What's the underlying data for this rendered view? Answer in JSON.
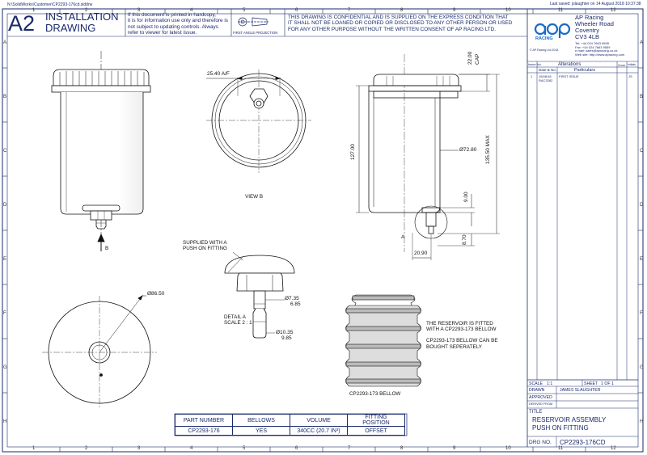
{
  "file_path": "N:\\SolidWorks\\Customer\\CP2293-176cd.slddrw",
  "last_saved": "Last saved: jslaughter on 14 August 2018 10:37:38",
  "sheet_size": "A2",
  "header_title": [
    "INSTALLATION",
    "DRAWING"
  ],
  "hardcopy_note": [
    "If this document is printed in hardcopy,",
    "it is for information use only and therefore is",
    "not subject to updating controls. Always",
    "refer to viewer for latest issue."
  ],
  "projection_label": "FIRST ANGLE PROJECTION",
  "confidential_note": [
    "THIS DRAWING IS CONFIDENTIAL AND IS SUPPLIED ON THE EXPRESS CONDITION THAT",
    "IT SHALL NOT BE LOANED OR COPIED OR DISCLOSED TO ANY OTHER PERSON OR USED",
    "FOR ANY OTHER PURPOSE WITHOUT THE WRITTEN CONSENT OF AP RACING LTD."
  ],
  "company": {
    "name_lines": [
      "AP Racing",
      "Wheeler Road",
      "Coventry",
      "CV3 4LB"
    ],
    "logo_text": "RACING",
    "contact_lines": [
      "Tel: +44 024 7663 9595",
      "Fax: +44 024 7663 9559",
      "e-mail: sales@apracing.co.uk",
      "Web site: http://www.apracing.com"
    ],
    "copyright": "© AP Racing Ltd 2018"
  },
  "grid_top": [
    "1",
    "2",
    "3",
    "4",
    "5",
    "6",
    "7",
    "8",
    "9",
    "10",
    "11",
    "12"
  ],
  "grid_bottom": [
    "1",
    "2",
    "3",
    "4",
    "5",
    "6",
    "7",
    "8",
    "9",
    "10",
    "11",
    "12"
  ],
  "grid_left": [
    "A",
    "B",
    "C",
    "D",
    "E",
    "F",
    "G",
    "H"
  ],
  "grid_right": [
    "A",
    "B",
    "C",
    "D",
    "E",
    "F",
    "G",
    "H"
  ],
  "alterations": {
    "heading": "Alterations",
    "cols": [
      "Issue No.",
      "Date & No.",
      "Particulars",
      "Zone",
      "Initials"
    ],
    "row": {
      "issue": "1",
      "date": "15/08/18",
      "ref": "RAC3282",
      "particulars": "FIRST ISSUE",
      "initials": "JS"
    }
  },
  "title_block": {
    "scale_label": "SCALE",
    "scale_value": "1:1",
    "sheet_label": "SHEET",
    "sheet_value": "1 OF 1",
    "drawn_label": "DRAWN",
    "drawn_value": "JAMES SLAUGHTER",
    "approved_label": "APPROVED",
    "derived_label": "DERIVED FROM",
    "title_label": "TITLE",
    "title_lines": [
      "RESERVOIR ASSEMBLY",
      "PUSH ON FITTING"
    ],
    "drg_label": "DRG NO.",
    "drg_value": "CP2293-176CD"
  },
  "dimensions": {
    "af": "25.40 A/F",
    "cap": [
      "22.00",
      "CAP"
    ],
    "height_127": "127.00",
    "dia_72": "Ø72.80",
    "max_135": "135.50 MAX",
    "d9": "9.00",
    "d870": "8.70",
    "d2090": "20.90",
    "dia_86": "Ø86.50",
    "dia_735": [
      "Ø7.35",
      "6.85"
    ],
    "dia_1035": [
      "Ø10.35",
      "9.85"
    ]
  },
  "labels": {
    "view_b": "VIEW B",
    "b_arrow": "B",
    "detail_a_marker": "A",
    "supplied": [
      "SUPPLIED WITH A",
      "PUSH ON FITTING"
    ],
    "detail_a": [
      "DETAIL A",
      "SCALE 2 : 1"
    ],
    "bellow_note": [
      "THE RESERVOIR IS FITTED",
      "WITH A CP2293-173 BELLOW",
      "",
      "CP2293-173 BELLOW CAN BE",
      "BOUGHT SEPERATELY"
    ],
    "bellow_caption": "CP2293-173 BELLOW"
  },
  "parts_table": {
    "headers": [
      "PART NUMBER",
      "BELLOWS",
      "VOLUME",
      "FITTING POSITION"
    ],
    "row": [
      "CP2293-176",
      "YES",
      "340CC (20.7 IN³)",
      "OFFSET"
    ]
  }
}
